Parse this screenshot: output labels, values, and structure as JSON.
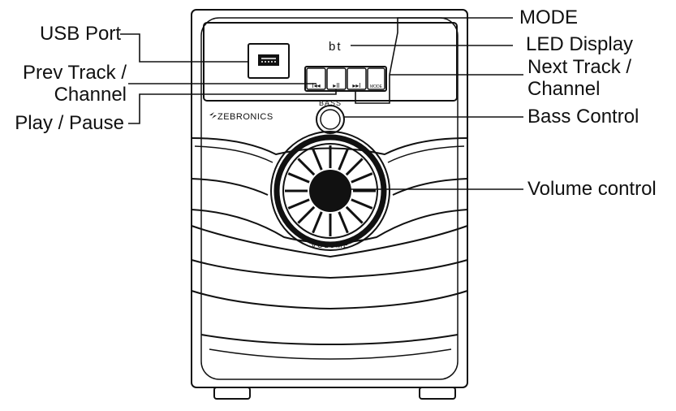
{
  "labels": {
    "usb_port": "USB Port",
    "prev_track_line1": "Prev Track /",
    "prev_track_line2": "Channel",
    "play_pause": "Play / Pause",
    "mode": "MODE",
    "led_display": "LED Display",
    "next_track_line1": "Next Track /",
    "next_track_line2": "Channel",
    "bass_control": "Bass Control",
    "volume_control": "Volume control"
  },
  "device": {
    "brand": "ZEBRONICS",
    "display_text": "bt",
    "bass_label": "BASS",
    "volume_label": "VOLUME",
    "buttons": [
      {
        "symbol": "I◂◂"
      },
      {
        "symbol": "▸II"
      },
      {
        "symbol": "▸▸I"
      },
      {
        "symbol": "MODE"
      }
    ]
  },
  "colors": {
    "ink": "#111111",
    "background": "#ffffff"
  }
}
